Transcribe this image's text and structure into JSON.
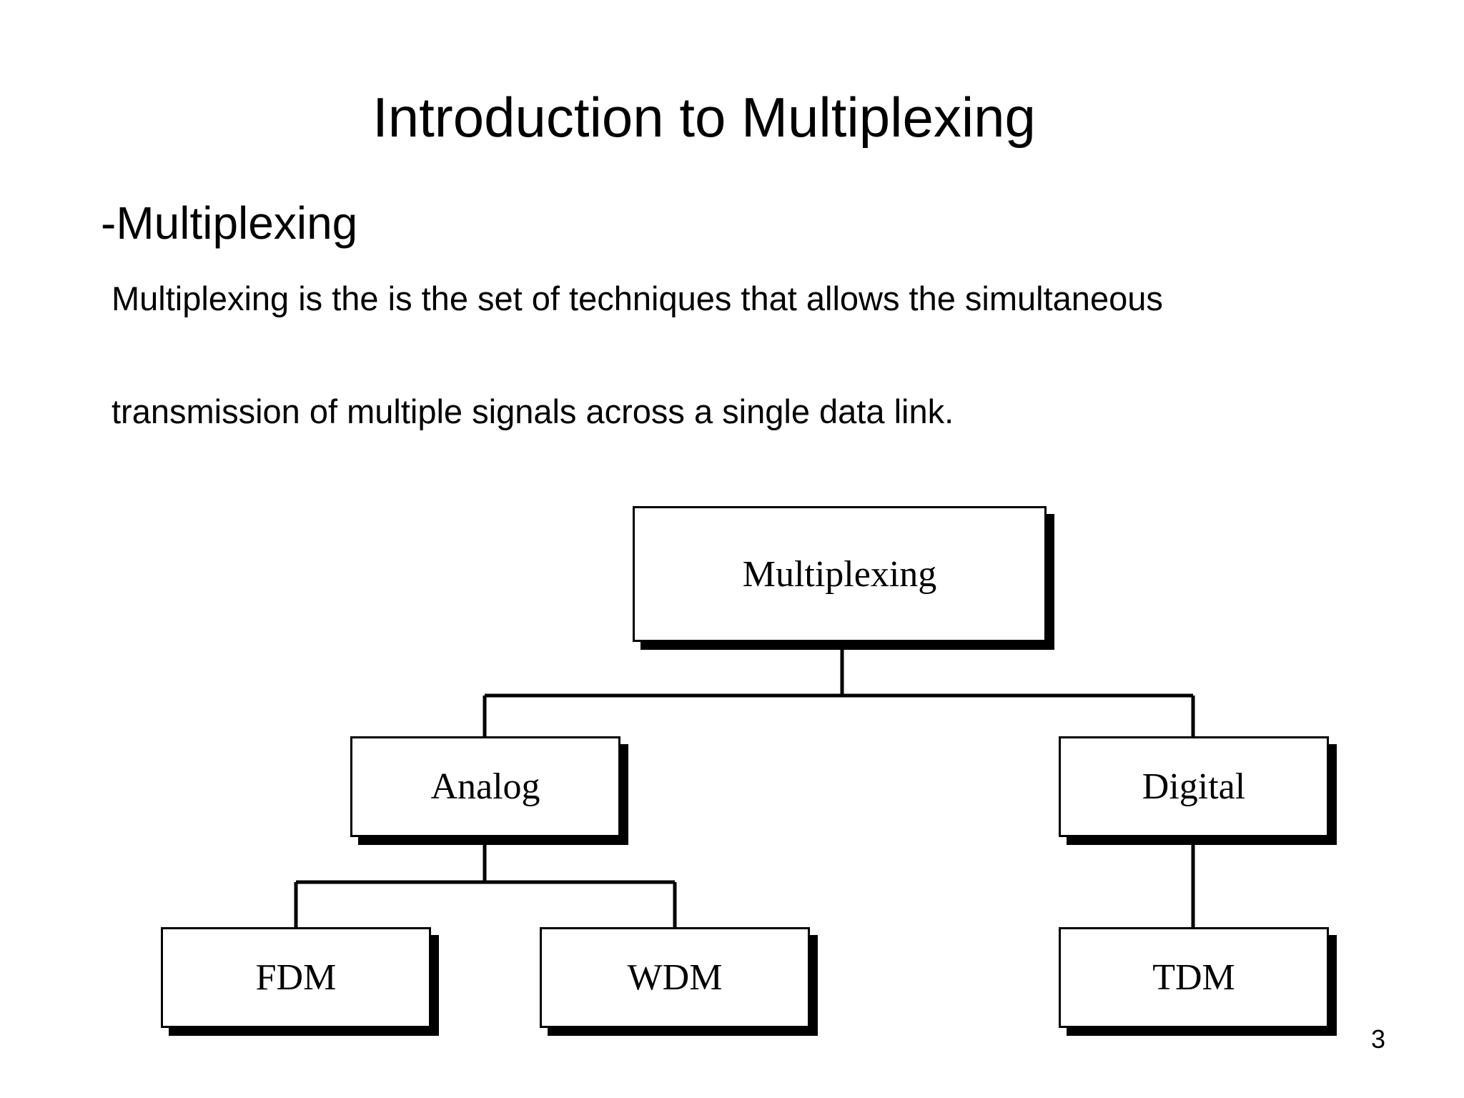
{
  "slide": {
    "title": "Introduction to Multiplexing",
    "subheading": "-Multiplexing",
    "body_line_1": "Multiplexing is the is the set of techniques that allows the simultaneous",
    "body_line_2": "transmission of multiple signals across a single data link.",
    "page_number": "3"
  },
  "diagram": {
    "root": "Multiplexing",
    "analog": "Analog",
    "digital": "Digital",
    "fdm": "FDM",
    "wdm": "WDM",
    "tdm": "TDM"
  }
}
